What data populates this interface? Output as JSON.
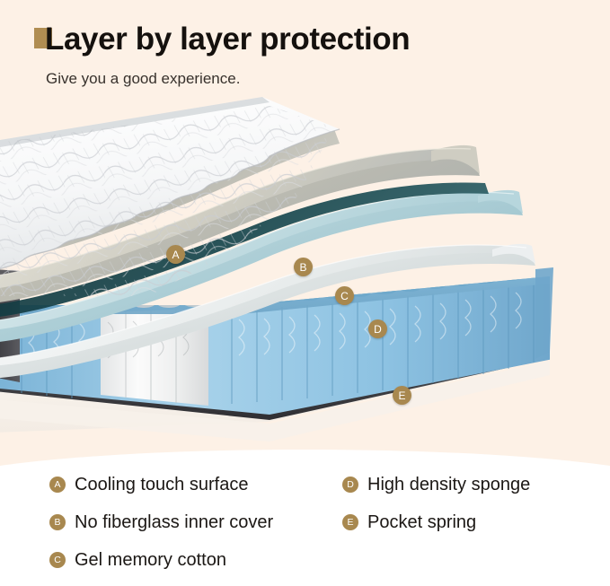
{
  "header": {
    "title": "Layer by layer protection",
    "subtitle": "Give you a good experience.",
    "accent_color": "#b08d52"
  },
  "colors": {
    "background": "#fdf1e6",
    "badge": "#a8884f",
    "panel": "#ffffff",
    "layer_a_cover": "#fbfcfd",
    "layer_b_foam": "#c3c1b6",
    "layer_c_gel": "#bcd7dd",
    "layer_d_sponge": "#e2e6e6",
    "spring_blue": "#8fc4e2",
    "spring_white": "#f2f3f3",
    "border_fabric": "#4b4b4f"
  },
  "diagram": {
    "markers": [
      {
        "id": "A",
        "label": "A",
        "target": "Cooling touch surface"
      },
      {
        "id": "B",
        "label": "B",
        "target": "No fiberglass inner cover"
      },
      {
        "id": "C",
        "label": "C",
        "target": "Gel memory cotton"
      },
      {
        "id": "D",
        "label": "D",
        "target": "High density sponge"
      },
      {
        "id": "E",
        "label": "E",
        "target": "Pocket spring"
      }
    ]
  },
  "legend": {
    "column_1": [
      {
        "badge": "A",
        "label": "Cooling touch surface"
      },
      {
        "badge": "B",
        "label": "No fiberglass inner cover"
      },
      {
        "badge": "C",
        "label": "Gel memory cotton"
      }
    ],
    "column_2": [
      {
        "badge": "D",
        "label": "High density sponge"
      },
      {
        "badge": "E",
        "label": "Pocket spring"
      }
    ]
  }
}
